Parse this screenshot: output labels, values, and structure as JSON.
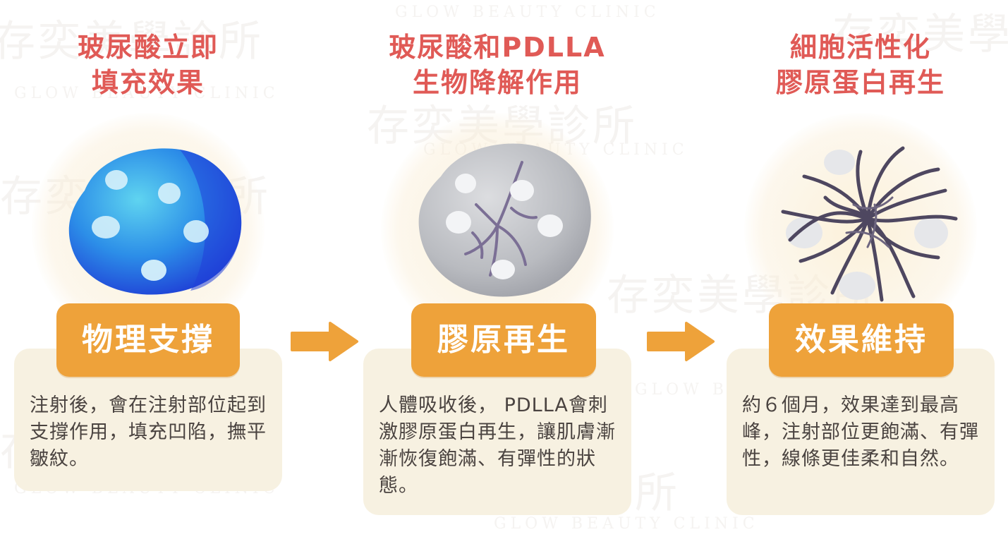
{
  "watermark": {
    "brand_cn": "存奕美學診所",
    "brand_en": "GLOW BEAUTY CLINIC"
  },
  "stages": [
    {
      "title_line1": "玻尿酸立即",
      "title_line2": "填充效果",
      "label": "物理支撐",
      "description": "注射後，會在注射部位起到支撐作用，填充凹陷，撫平皺紋。"
    },
    {
      "title_line1": "玻尿酸和PDLLA",
      "title_line2": "生物降解作用",
      "label": "膠原再生",
      "description": "人體吸收後， PDLLA會刺激膠原蛋白再生，讓肌膚漸漸恢復飽滿、有彈性的狀態。"
    },
    {
      "title_line1": "細胞活性化",
      "title_line2": "膠原蛋白再生",
      "label": "效果維持",
      "description": "約６個月，效果達到最高峰，注射部位更飽滿、有彈性，線條更佳柔和自然。"
    }
  ],
  "colors": {
    "title": "#e05a56",
    "label_bg": "#eea23a",
    "card_bg": "#f7f1e1",
    "arrow": "#eea23a",
    "body_text": "#4a4340"
  },
  "icons": [
    "blue-filler-sphere",
    "gray-sphere-with-fibers",
    "collagen-fiber-cluster",
    "right-arrow"
  ]
}
